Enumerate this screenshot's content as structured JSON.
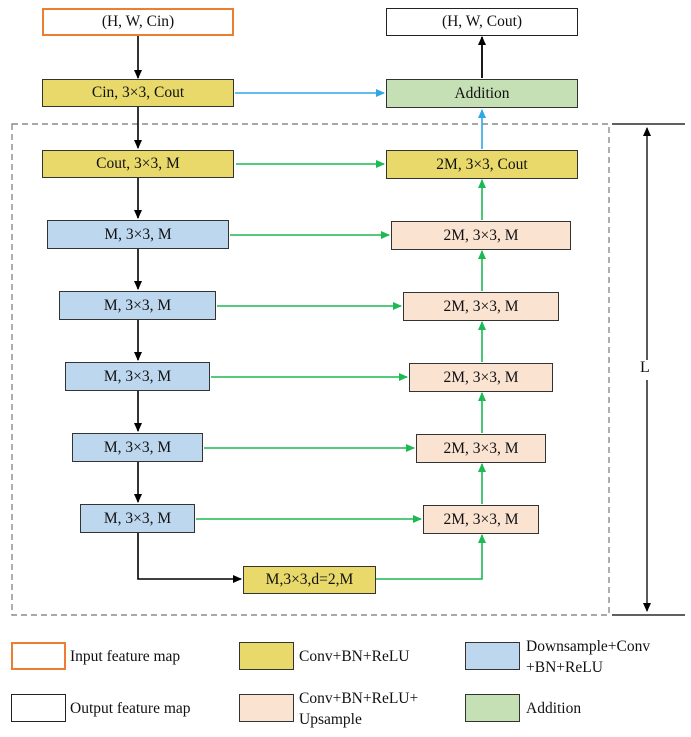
{
  "nodes": {
    "input": "(H, W, Cin)",
    "output": "(H, W, Cout)",
    "conv_in": "Cin, 3×3, Cout",
    "addition": "Addition",
    "enc1": "Cout, 3×3, M",
    "enc2": "M, 3×3, M",
    "enc3": "M, 3×3, M",
    "enc4": "M, 3×3, M",
    "enc5": "M, 3×3, M",
    "enc6": "M, 3×3, M",
    "bottom": "M,3×3,d=2,M",
    "dec1": "2M, 3×3, Cout",
    "dec2": "2M, 3×3, M",
    "dec3": "2M, 3×3, M",
    "dec4": "2M, 3×3, M",
    "dec5": "2M, 3×3, M",
    "dec6": "2M, 3×3, M"
  },
  "depth_label": "L",
  "legend": {
    "input": "Input feature map",
    "output": "Output feature map",
    "conv": "Conv+BN+ReLU",
    "up_line1": "Conv+BN+ReLU+",
    "up_line2": "Upsample",
    "down_line1": "Downsample+Conv",
    "down_line2": "+BN+ReLU",
    "add": "Addition"
  },
  "colors": {
    "input_border": "#ED7D31",
    "conv": "#E8D96A",
    "downsample": "#BDD7EE",
    "upsample": "#FBE3D2",
    "addition": "#C5E0B4",
    "arrow_black": "#000000",
    "arrow_green": "#1DB954",
    "arrow_blue": "#2FA6E6"
  }
}
